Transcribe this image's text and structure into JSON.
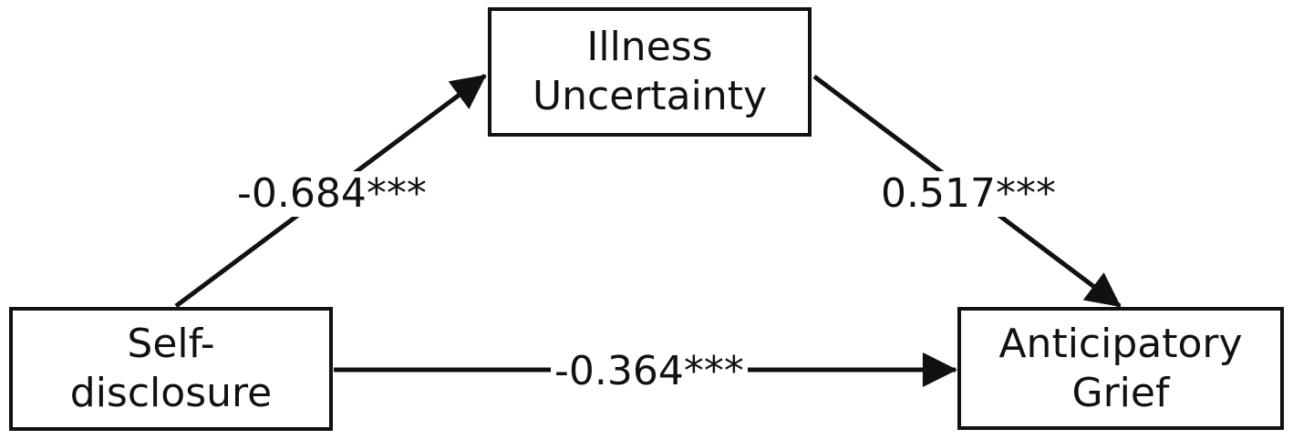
{
  "diagram": {
    "nodes": {
      "predictor": {
        "lines": [
          "Self-",
          "disclosure"
        ]
      },
      "mediator": {
        "lines": [
          "Illness",
          "Uncertainty"
        ]
      },
      "outcome": {
        "lines": [
          "Anticipatory",
          "Grief"
        ]
      }
    },
    "paths": {
      "a": {
        "from": "predictor",
        "to": "mediator",
        "label": "-0.684***"
      },
      "b": {
        "from": "mediator",
        "to": "outcome",
        "label": "0.517***"
      },
      "c": {
        "from": "predictor",
        "to": "outcome",
        "label": "-0.364***"
      }
    },
    "colors": {
      "stroke": "#111111",
      "background": "#ffffff"
    }
  }
}
